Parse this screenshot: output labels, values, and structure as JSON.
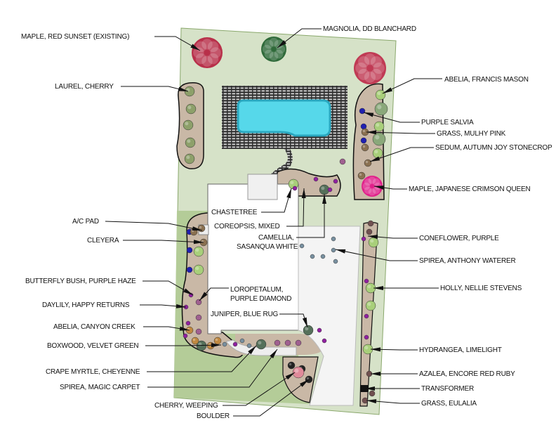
{
  "labels": {
    "maple_red_sunset": "MAPLE, RED SUNSET (EXISTING)",
    "magnolia": "MAGNOLIA, DD BLANCHARD",
    "laurel": "LAUREL, CHERRY",
    "abelia_francis": "ABELIA, FRANCIS MASON",
    "purple_salvia": "PURPLE SALVIA",
    "grass_mulhy": "GRASS, MULHY PINK",
    "sedum": "SEDUM, AUTUMN JOY STONECROP",
    "maple_japanese": "MAPLE, JAPANESE CRIMSON QUEEN",
    "chastetree": "CHASTETREE",
    "ac_pad": "A/C PAD",
    "coreopsis": "COREOPSIS, MIXED",
    "camellia_1": "CAMELLIA,",
    "camellia_2": "SASANQUA WHITE",
    "cleyera": "CLEYERA",
    "coneflower": "CONEFLOWER, PURPLE",
    "spirea_anthony": "SPIREA, ANTHONY WATERER",
    "butterfly_bush": "BUTTERFLY BUSH, PURPLE HAZE",
    "loropetalum_1": "LOROPETALUM,",
    "loropetalum_2": "PURPLE DIAMOND",
    "holly": "HOLLY, NELLIE STEVENS",
    "daylily": "DAYLILY, HAPPY RETURNS",
    "abelia_canyon": "ABELIA, CANYON CREEK",
    "juniper": "JUNIPER, BLUE RUG",
    "boxwood": "BOXWOOD, VELVET GREEN",
    "hydrangea": "HYDRANGEA, LIMELIGHT",
    "crape_myrtle": "CRAPE MYRTLE, CHEYENNE",
    "azalea": "AZALEA, ENCORE RED RUBY",
    "spirea_magic": "SPIREA, MAGIC CARPET",
    "transformer": "TRANSFORMER",
    "cherry_weeping": "CHERRY, WEEPING",
    "grass_eulalia": "GRASS, EULALIA",
    "boulder": "BOULDER"
  },
  "colors": {
    "lawn": "#d4e0c6",
    "lawn_dark": "#a9c48c",
    "bed": "#c9b8a6",
    "pool": "#4fd6e6",
    "deck": "#3a3a3a",
    "red_maple": "#b8304a"
  }
}
